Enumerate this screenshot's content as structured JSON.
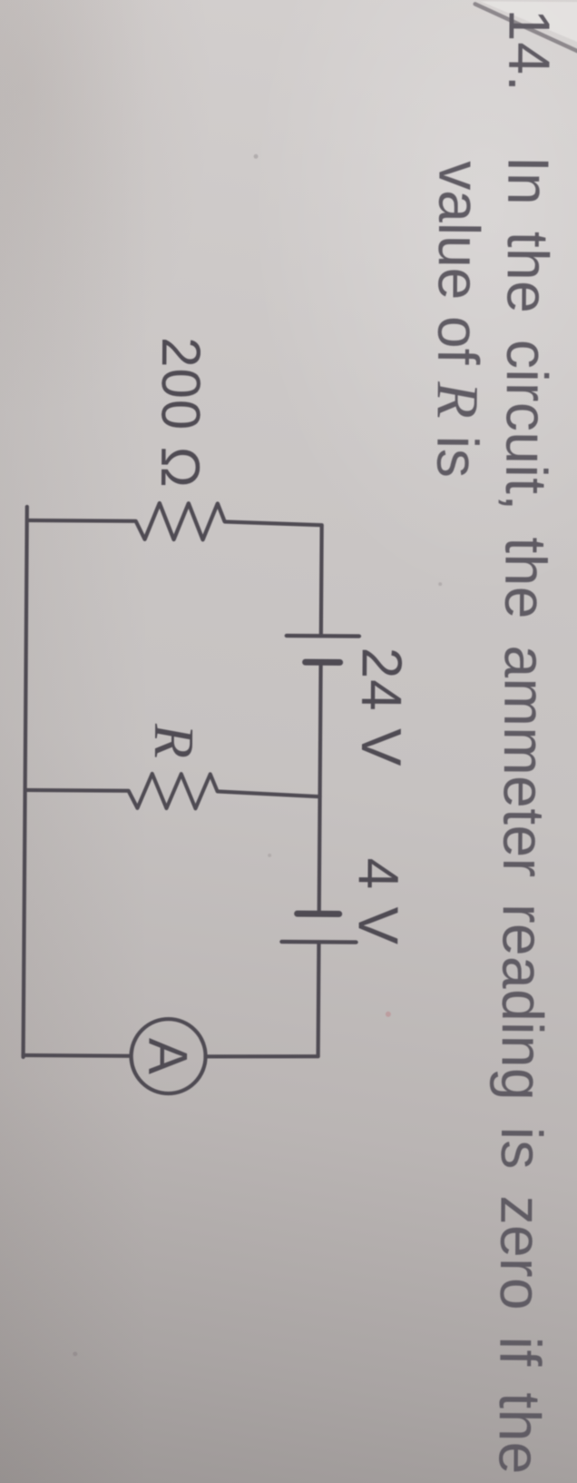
{
  "question": {
    "number": "14.",
    "line1": "In the circuit, the ammeter reading is zero if the",
    "line2_pre": "value of",
    "line2_var": "R",
    "line2_post": "is"
  },
  "circuit": {
    "left_resistor_label": "200 Ω",
    "middle_resistor_label": "R",
    "left_battery_label": "24 V",
    "right_battery_label": "4 V",
    "ammeter_label": "A"
  },
  "colors": {
    "ink": "#5f5b63",
    "wire": "#4f4b53",
    "paper_light": "#d6d3d2",
    "paper_mid": "#c7c3c2",
    "paper_dark": "#a39e9d"
  }
}
